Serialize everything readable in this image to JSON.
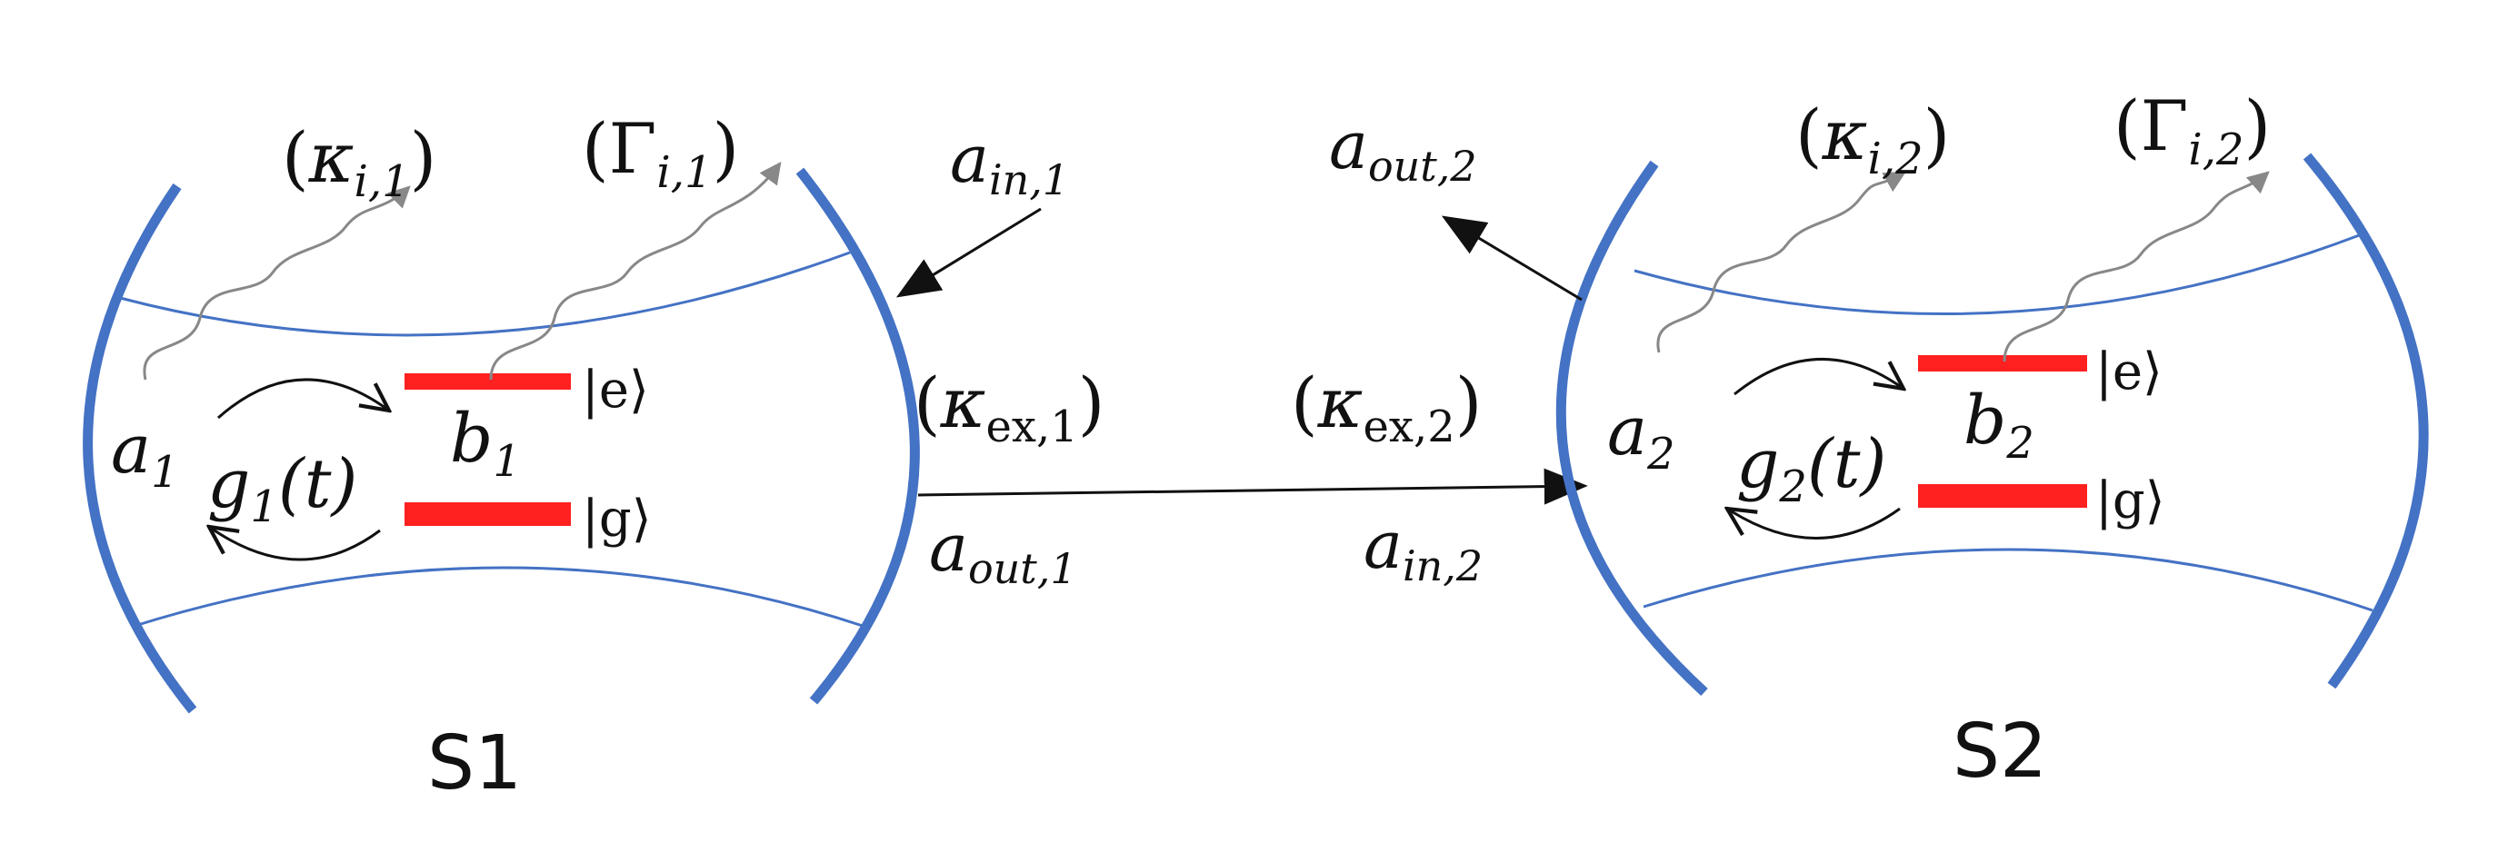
{
  "colors": {
    "mirror": "#4472c4",
    "beam": "#4472c4",
    "levels": "#ff2020",
    "emission": "#888888",
    "ink": "#111111"
  },
  "systems": [
    {
      "label": "S1",
      "kappa_i": {
        "sym": "κ",
        "sub": "i,1"
      },
      "gamma_i": {
        "sym": "Γ",
        "sub": "i,1"
      },
      "kappa_ex": {
        "sym": "κ",
        "sub": "ex,1"
      },
      "cavity_mode": {
        "sym": "a",
        "sub": "1"
      },
      "coupling": {
        "sym": "g",
        "sub": "1",
        "arg": "(t)"
      },
      "atom": {
        "sym": "b",
        "sub": "1"
      },
      "excited_state": "|e⟩",
      "ground_state": "|g⟩",
      "input": {
        "sym": "a",
        "sub": "in,1"
      },
      "output": {
        "sym": "a",
        "sub": "out,1"
      }
    },
    {
      "label": "S2",
      "kappa_i": {
        "sym": "κ",
        "sub": "i,2"
      },
      "gamma_i": {
        "sym": "Γ",
        "sub": "i,2"
      },
      "kappa_ex": {
        "sym": "κ",
        "sub": "ex,2"
      },
      "cavity_mode": {
        "sym": "a",
        "sub": "2"
      },
      "coupling": {
        "sym": "g",
        "sub": "2",
        "arg": "(t)"
      },
      "atom": {
        "sym": "b",
        "sub": "2"
      },
      "excited_state": "|e⟩",
      "ground_state": "|g⟩",
      "input": {
        "sym": "a",
        "sub": "in,2"
      },
      "output": {
        "sym": "a",
        "sub": "out,2"
      }
    }
  ]
}
